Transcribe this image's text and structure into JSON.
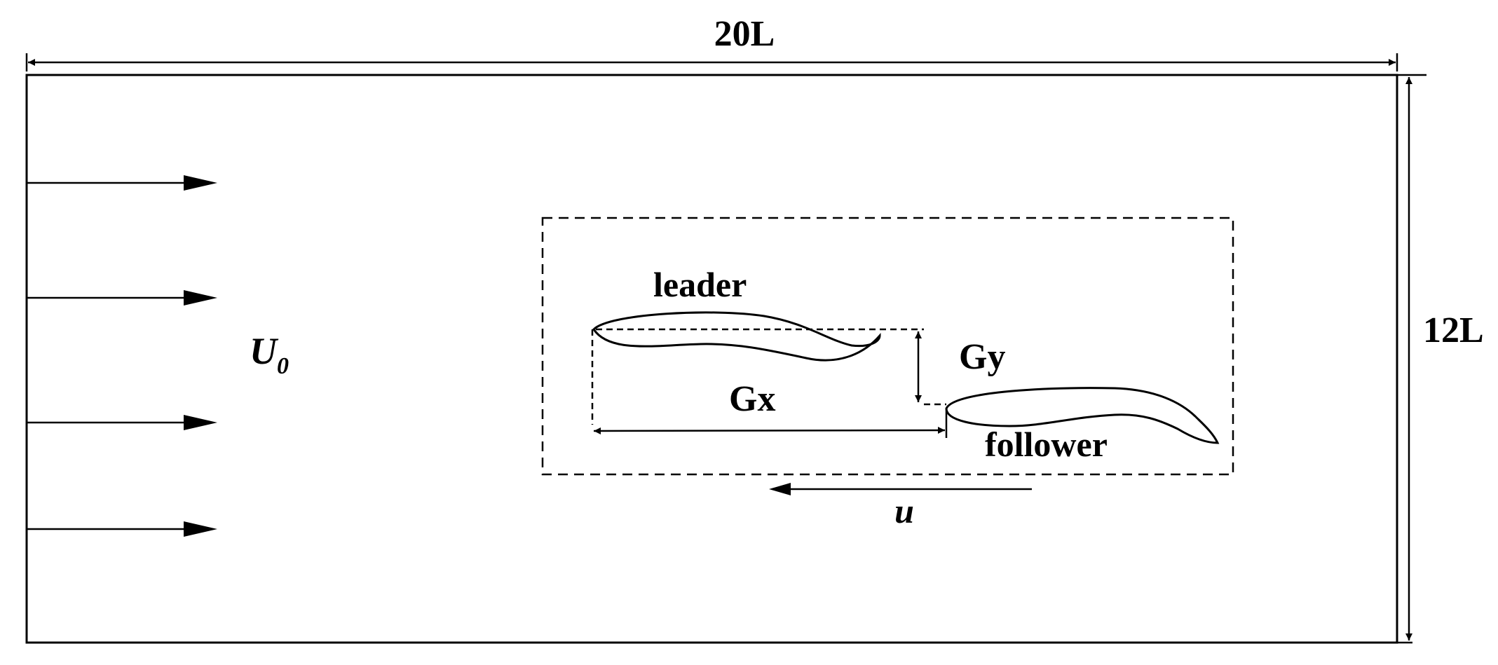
{
  "labels": {
    "width": "20L",
    "height": "12L",
    "freestream": "U",
    "freestream_sub": "0",
    "leader": "leader",
    "follower": "follower",
    "gap_x": "Gx",
    "gap_y": "Gy",
    "velocity": "u"
  },
  "colors": {
    "line": "#000000",
    "background": "#ffffff"
  }
}
